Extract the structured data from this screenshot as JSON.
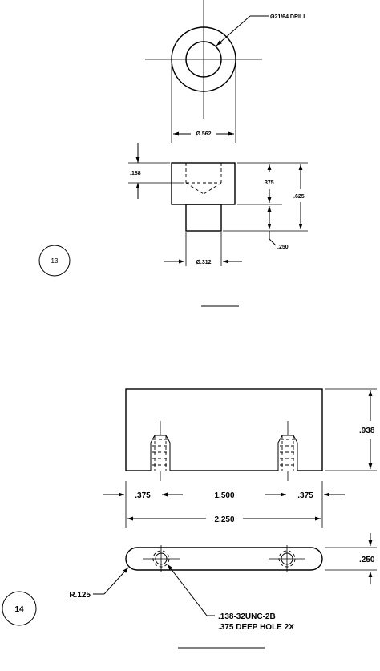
{
  "figure13": {
    "number": "13",
    "callouts": {
      "drill": "Ø21/64 DRILL",
      "outer_diameter": "Ø.562",
      "dim_188": ".188",
      "dim_375": ".375",
      "dim_625": ".625",
      "dim_250": ".250",
      "shaft_diameter": "Ø.312"
    }
  },
  "figure14": {
    "number": "14",
    "callouts": {
      "height": ".938",
      "left_offset": ".375",
      "spacing": "1.500",
      "right_offset": ".375",
      "overall_length": "2.250",
      "thickness": ".250",
      "radius": "R.125",
      "tap_line1": ".138-32UNC-2B",
      "tap_line2": ".375 DEEP HOLE 2X"
    }
  }
}
